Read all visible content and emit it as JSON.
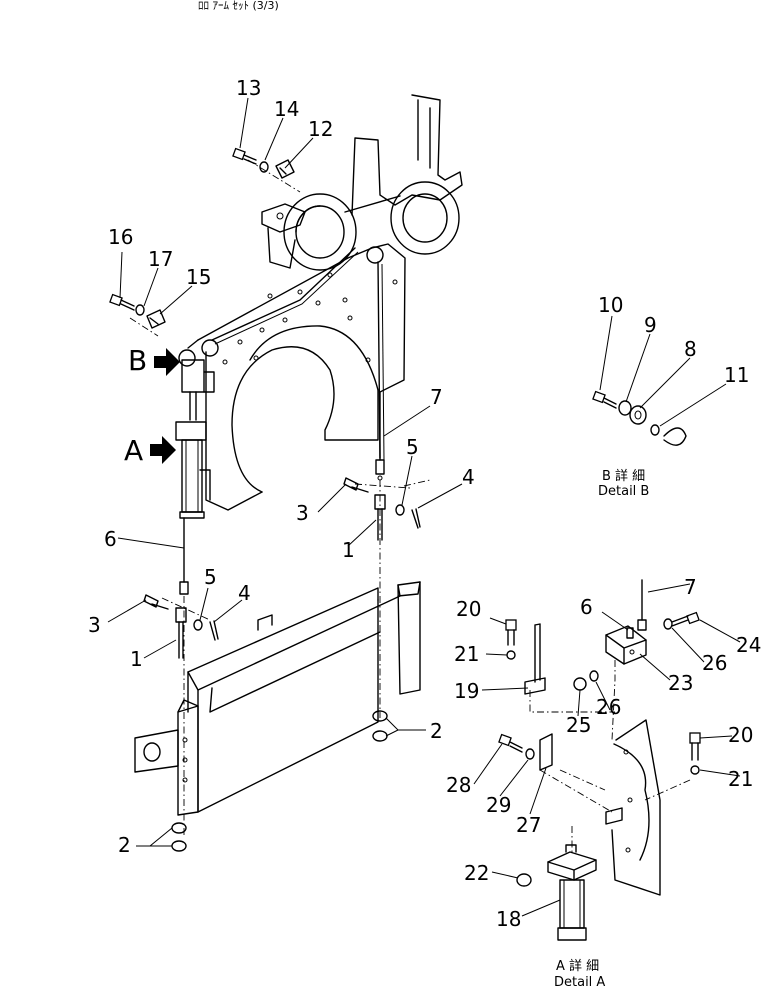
{
  "header": {
    "text": "ﾛﾛ ｱｰﾑ ｾｯﾄ (3/3)"
  },
  "view_markers": {
    "a": "A",
    "b": "B"
  },
  "callouts": [
    {
      "id": "c13",
      "label": "13"
    },
    {
      "id": "c14",
      "label": "14"
    },
    {
      "id": "c12",
      "label": "12"
    },
    {
      "id": "c16",
      "label": "16"
    },
    {
      "id": "c17",
      "label": "17"
    },
    {
      "id": "c15",
      "label": "15"
    },
    {
      "id": "c7a",
      "label": "7"
    },
    {
      "id": "c5a",
      "label": "5"
    },
    {
      "id": "c4a",
      "label": "4"
    },
    {
      "id": "c3a",
      "label": "3"
    },
    {
      "id": "c1a",
      "label": "1"
    },
    {
      "id": "c6a",
      "label": "6"
    },
    {
      "id": "c5b",
      "label": "5"
    },
    {
      "id": "c4b",
      "label": "4"
    },
    {
      "id": "c3b",
      "label": "3"
    },
    {
      "id": "c1b",
      "label": "1"
    },
    {
      "id": "c2a",
      "label": "2"
    },
    {
      "id": "c2b",
      "label": "2"
    },
    {
      "id": "c10",
      "label": "10"
    },
    {
      "id": "c9",
      "label": "9"
    },
    {
      "id": "c8",
      "label": "8"
    },
    {
      "id": "c11",
      "label": "11"
    },
    {
      "id": "c20a",
      "label": "20"
    },
    {
      "id": "c21a",
      "label": "21"
    },
    {
      "id": "c19",
      "label": "19"
    },
    {
      "id": "c6b",
      "label": "6"
    },
    {
      "id": "c7b",
      "label": "7"
    },
    {
      "id": "c24",
      "label": "24"
    },
    {
      "id": "c26a",
      "label": "26"
    },
    {
      "id": "c23",
      "label": "23"
    },
    {
      "id": "c25",
      "label": "25"
    },
    {
      "id": "c26b",
      "label": "26"
    },
    {
      "id": "c20b",
      "label": "20"
    },
    {
      "id": "c21b",
      "label": "21"
    },
    {
      "id": "c28",
      "label": "28"
    },
    {
      "id": "c29",
      "label": "29"
    },
    {
      "id": "c27",
      "label": "27"
    },
    {
      "id": "c22",
      "label": "22"
    },
    {
      "id": "c18",
      "label": "18"
    }
  ],
  "captions": {
    "detail_b_jp": "B 詳 細",
    "detail_b_en": "Detail B",
    "detail_a_jp": "A 詳 細",
    "detail_a_en": "Detail A"
  }
}
